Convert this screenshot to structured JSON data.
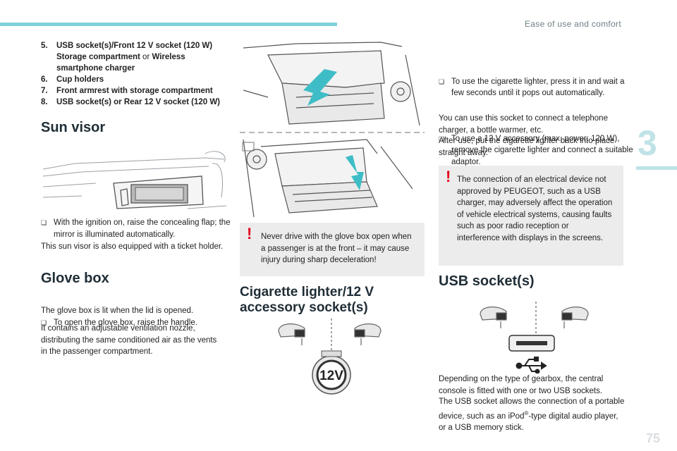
{
  "header": {
    "section_title": "Ease of use and comfort",
    "chapter_number": "3",
    "page_number": "75"
  },
  "features_list": [
    {
      "num": "5.",
      "text_a": "USB socket(s)/Front 12 V socket (120 W) Storage compartment",
      "or": " or ",
      "text_b": "Wireless smartphone charger"
    },
    {
      "num": "6.",
      "text_a": "Cup holders"
    },
    {
      "num": "7.",
      "text_a": "Front armrest with storage compartment"
    },
    {
      "num": "8.",
      "text_a": "USB socket(s) or Rear 12 V socket (120 W)"
    }
  ],
  "sun_visor": {
    "title": "Sun visor",
    "bullet": "With the ignition on, raise the concealing flap; the mirror is illuminated automatically.",
    "para": "This sun visor is also equipped with a ticket holder."
  },
  "glove_box": {
    "title": "Glove box",
    "bullet": "To open the glove box, raise the handle.",
    "bullet_cont": "The glove box is lit when the lid is opened.",
    "para": "It contains an adjustable ventilation nozzle, distributing the same conditioned air as the vents in the passenger compartment."
  },
  "glove_warning": "Never drive with the glove box open when a passenger is at the front – it may cause injury during sharp deceleration!",
  "cigarette": {
    "title_line1": "Cigarette lighter/12 V",
    "title_line2": "accessory socket(s)",
    "socket_label": "12V"
  },
  "right_column": {
    "bullet1": "To use the cigarette lighter, press it in and wait a few seconds until it pops out automatically.",
    "bullet2": "To use a 12 V accessory (max. power: 120 W), remove the cigarette lighter and connect a suitable adaptor.",
    "para1": "You can use this socket to connect a telephone charger, a bottle warmer, etc.",
    "para2": "After use, put the cigarette lighter back into place straight away.",
    "warning": "The connection of an electrical device not approved by PEUGEOT, such as a USB charger, may adversely affect the operation of vehicle electrical systems, causing faults such as poor radio reception or interference with displays in the screens."
  },
  "usb": {
    "title": "USB socket(s)",
    "para_a": "Depending on the type of gearbox, the central console is fitted with one or two USB sockets.",
    "para_b": "The USB socket allows the connection of a portable device, such as an iPod",
    "reg": "®",
    "para_c": "-type digital audio player, or a USB memory stick."
  },
  "icons": {
    "bullet": "checkbox-bullet-icon",
    "warning": "exclamation-icon",
    "usb": "usb-icon"
  }
}
